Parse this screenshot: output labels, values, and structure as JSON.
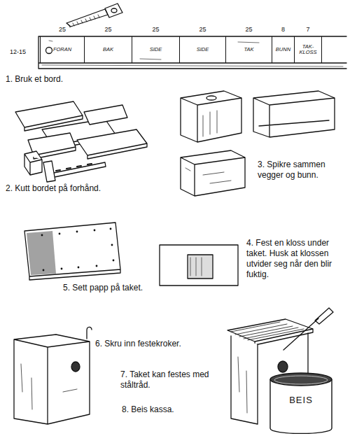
{
  "diagram": {
    "nodes": [
      {
        "text": [
          "25",
          "FORAN"
        ]
      },
      {
        "text": [
          "25",
          "BAK"
        ]
      },
      {
        "text": [
          "25",
          "SIDE"
        ]
      },
      {
        "text": [
          "25",
          "SIDE"
        ]
      },
      {
        "text": [
          "25",
          "TAK"
        ]
      },
      {
        "text": [
          "8",
          "BUNN"
        ]
      },
      {
        "text": [
          "7",
          "TAK-KLOSS"
        ]
      },
      {
        "text": [
          "BEIS"
        ]
      }
    ],
    "labels": [
      "12-15",
      "1. Bruk et bord.",
      "2. Kutt bordet på forhånd.",
      "3. Spikre sammen vegger og bunn.",
      "4. Fest en kloss under taket. Husk at klossen utvider seg når den blir fuktig.",
      "5. Sett papp på taket.",
      "6. Skru inn festekroker.",
      "7. Taket kan festes med ståltråd.",
      "8. Beis kassa."
    ]
  }
}
